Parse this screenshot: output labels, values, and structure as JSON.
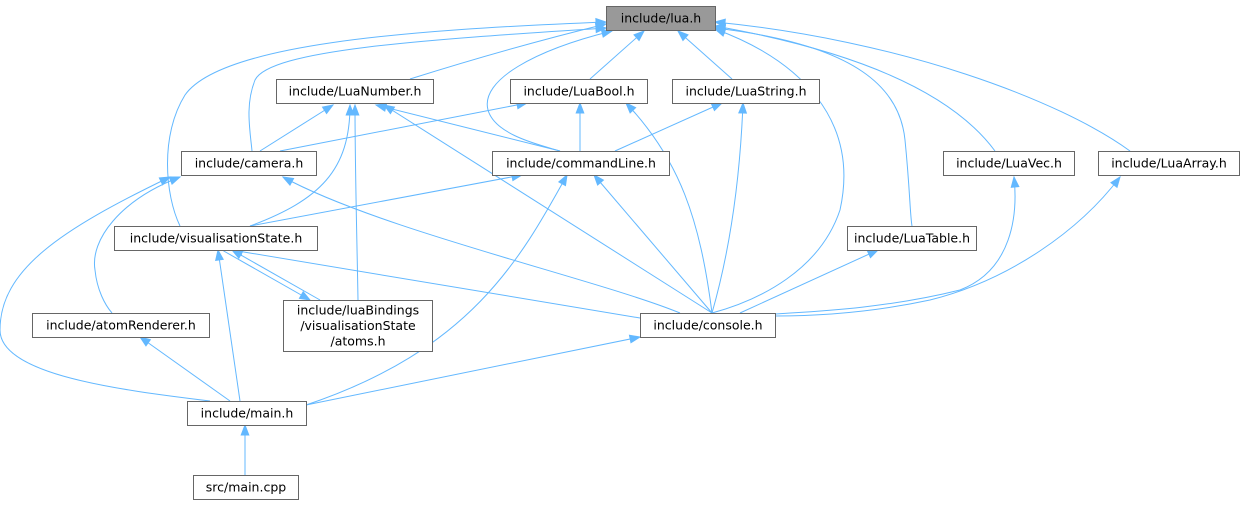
{
  "nodes": {
    "lua": {
      "lines": [
        "include/lua.h"
      ],
      "root": true
    },
    "luanumber": {
      "lines": [
        "include/LuaNumber.h"
      ]
    },
    "luabool": {
      "lines": [
        "include/LuaBool.h"
      ]
    },
    "luastring": {
      "lines": [
        "include/LuaString.h"
      ]
    },
    "camera": {
      "lines": [
        "include/camera.h"
      ]
    },
    "commandline": {
      "lines": [
        "include/commandLine.h"
      ]
    },
    "luavec": {
      "lines": [
        "include/LuaVec.h"
      ]
    },
    "luaarray": {
      "lines": [
        "include/LuaArray.h"
      ]
    },
    "visstate": {
      "lines": [
        "include/visualisationState.h"
      ]
    },
    "luatable": {
      "lines": [
        "include/LuaTable.h"
      ]
    },
    "atomrenderer": {
      "lines": [
        "include/atomRenderer.h"
      ]
    },
    "luabindings": {
      "lines": [
        "include/luaBindings",
        "/visualisationState",
        "/atoms.h"
      ]
    },
    "console": {
      "lines": [
        "include/console.h"
      ]
    },
    "main": {
      "lines": [
        "include/main.h"
      ]
    },
    "maincpp": {
      "lines": [
        "src/main.cpp"
      ]
    }
  },
  "edges": [
    [
      "luanumber",
      "lua"
    ],
    [
      "luabool",
      "lua"
    ],
    [
      "luastring",
      "lua"
    ],
    [
      "camera",
      "lua"
    ],
    [
      "commandline",
      "lua"
    ],
    [
      "luavec",
      "lua"
    ],
    [
      "luaarray",
      "lua"
    ],
    [
      "visstate",
      "lua"
    ],
    [
      "luatable",
      "lua"
    ],
    [
      "console",
      "lua"
    ],
    [
      "camera",
      "luanumber"
    ],
    [
      "commandline",
      "luanumber"
    ],
    [
      "visstate",
      "luanumber"
    ],
    [
      "luabindings",
      "luanumber"
    ],
    [
      "console",
      "luanumber"
    ],
    [
      "camera",
      "luabool"
    ],
    [
      "commandline",
      "luabool"
    ],
    [
      "console",
      "luabool"
    ],
    [
      "commandline",
      "luastring"
    ],
    [
      "console",
      "luastring"
    ],
    [
      "atomrenderer",
      "camera"
    ],
    [
      "console",
      "camera"
    ],
    [
      "main",
      "camera"
    ],
    [
      "visstate",
      "commandline"
    ],
    [
      "console",
      "commandline"
    ],
    [
      "main",
      "commandline"
    ],
    [
      "console",
      "luavec"
    ],
    [
      "console",
      "luaarray"
    ],
    [
      "console",
      "luatable"
    ],
    [
      "luabindings",
      "visstate"
    ],
    [
      "main",
      "visstate"
    ],
    [
      "console",
      "visstate"
    ],
    [
      "visstate",
      "luabindings"
    ],
    [
      "main",
      "atomrenderer"
    ],
    [
      "main",
      "console"
    ],
    [
      "maincpp",
      "main"
    ]
  ]
}
